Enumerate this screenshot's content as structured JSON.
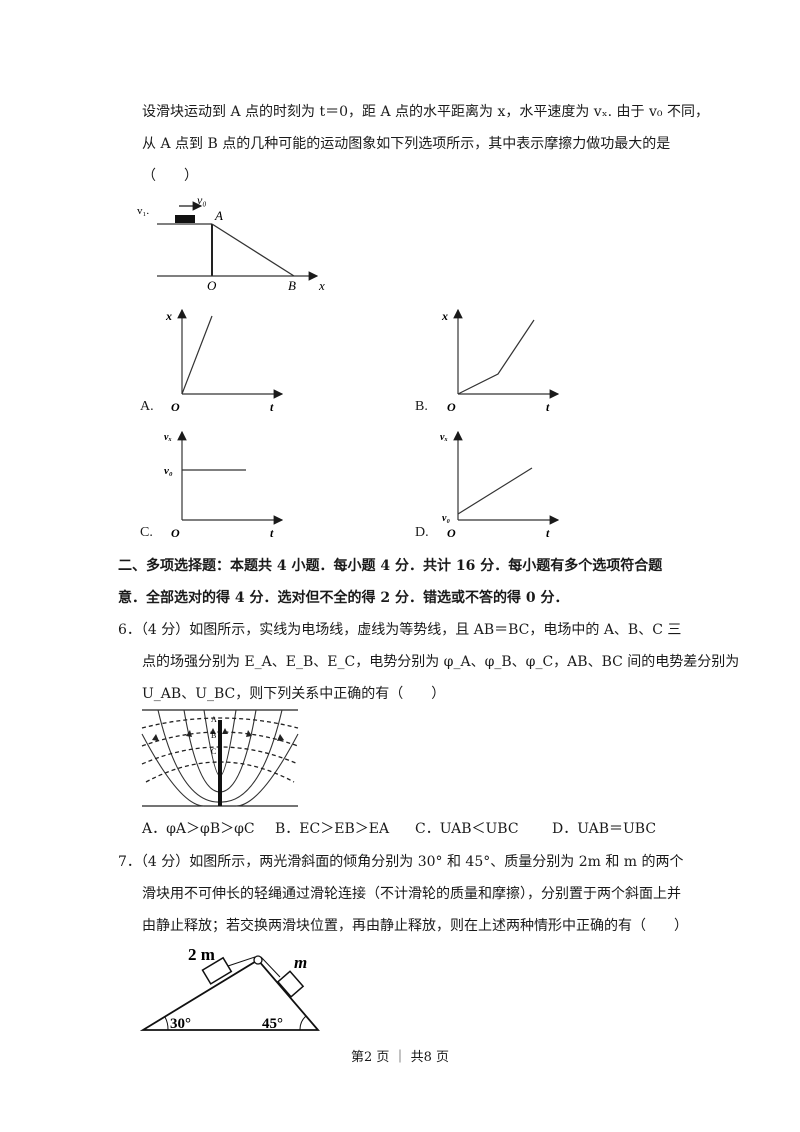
{
  "q5": {
    "line1": "设滑块运动到 A 点的时刻为 t＝0，距 A 点的水平距离为 x，水平速度为 vₓ. 由于 v₀ 不同，",
    "line2": "从 A 点到 B 点的几种可能的运动图象如下列选项所示，其中表示摩擦力做功最大的是",
    "bracket": "（　　）",
    "fig": {
      "v0": "v₀",
      "A": "A",
      "O": "O",
      "B": "B",
      "x": "x",
      "vx_label": "v₁."
    },
    "options": [
      {
        "letter": "A.",
        "y_axis": "x",
        "origin": "O",
        "t_axis": "t"
      },
      {
        "letter": "B.",
        "y_axis": "x",
        "origin": "O",
        "t_axis": "t"
      },
      {
        "letter": "C.",
        "y_axis": "vₓ",
        "origin": "O",
        "t_axis": "t",
        "level": "v₀"
      },
      {
        "letter": "D.",
        "y_axis": "vₓ",
        "origin": "O",
        "t_axis": "t",
        "level": "v₀"
      }
    ]
  },
  "section2": {
    "line1": "二、多项选择题：本题共 4 小题．每小题 4 分．共计 16 分．每小题有多个选项符合题",
    "line2": "意．全部选对的得 4 分．选对但不全的得 2 分．错选或不答的得 0 分．"
  },
  "q6": {
    "line1": "6．（4 分）如图所示，实线为电场线，虚线为等势线，且 AB＝BC，电场中的 A、B、C 三",
    "line2": "点的场强分别为 E_A、E_B、E_C，电势分别为 φ_A、φ_B、φ_C，AB、BC 间的电势差分别为",
    "line3": "U_AB、U_BC，则下列关系中正确的有（　　）",
    "fig": {
      "A": "A",
      "B": "B",
      "C": "C"
    },
    "options": [
      "A．φA＞φB＞φC",
      "B．EC＞EB＞EA",
      "C．UAB＜UBC",
      "D．UAB＝UBC"
    ]
  },
  "q7": {
    "line1": "7．（4 分）如图所示，两光滑斜面的倾角分别为 30° 和 45°、质量分别为 2m 和 m 的两个",
    "line2": "滑块用不可伸长的轻绳通过滑轮连接（不计滑轮的质量和摩擦），分别置于两个斜面上并",
    "line3": "由静止释放；若交换两滑块位置，再由静止释放，则在上述两种情形中正确的有（　　）",
    "fig": {
      "mass_left": "2 m",
      "mass_right": "m",
      "angle_left": "30°",
      "angle_right": "45°"
    }
  },
  "footer": "第2 页 ｜ 共8 页"
}
